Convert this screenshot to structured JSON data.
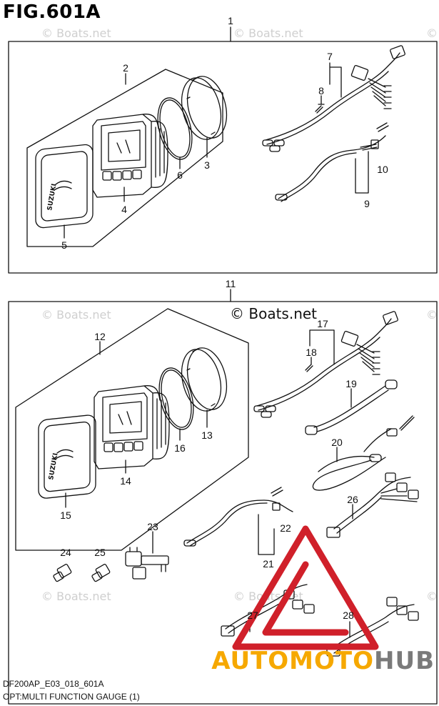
{
  "figure": {
    "title": "FIG.601A",
    "code": "DF200AP_E03_018_601A",
    "caption": "OPT:MULTI FUNCTION GAUGE (1)"
  },
  "watermarks": {
    "repeated": "© Boats.net",
    "center": "© Boats.net",
    "edge": "©"
  },
  "brand": {
    "part1": "AUTOMOTO",
    "part2": "HUB",
    "accent_color": "#f6a800",
    "secondary_color": "#7a7a7a",
    "logo_color": "#d0202a"
  },
  "gauge_logo": "SUZUKI",
  "callouts": {
    "c1": "1",
    "c2": "2",
    "c3": "3",
    "c4": "4",
    "c5": "5",
    "c6": "6",
    "c7": "7",
    "c8": "8",
    "c9": "9",
    "c10": "10",
    "c11": "11",
    "c12": "12",
    "c13": "13",
    "c14": "14",
    "c15": "15",
    "c16": "16",
    "c17": "17",
    "c18": "18",
    "c19": "19",
    "c20": "20",
    "c21": "21",
    "c22": "22",
    "c23": "23",
    "c24": "24",
    "c25": "25",
    "c26": "26",
    "c27": "27",
    "c28": "28"
  }
}
